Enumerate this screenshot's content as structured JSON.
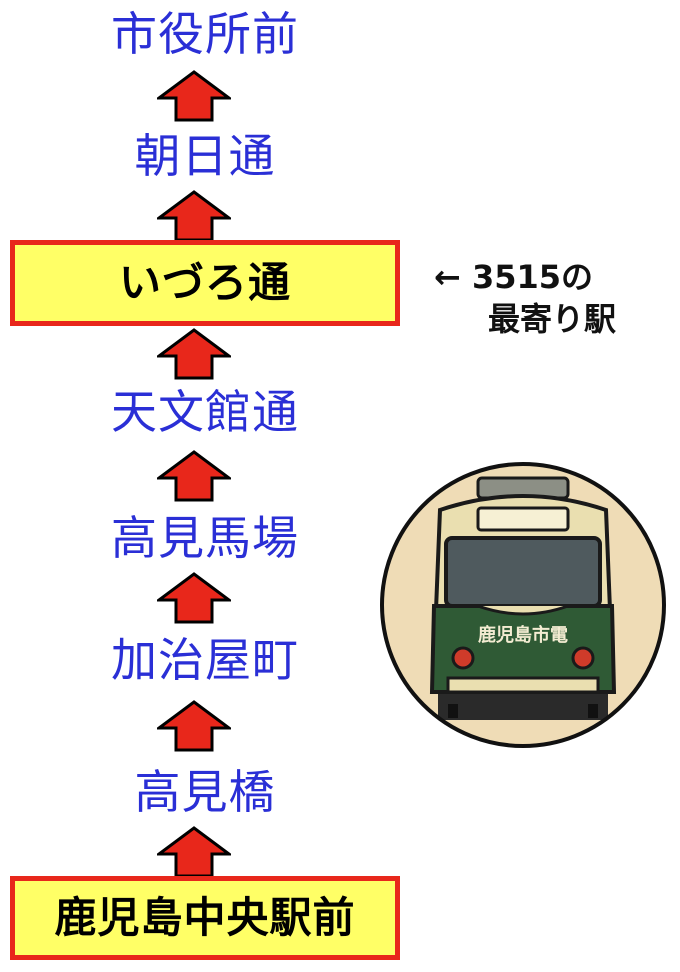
{
  "route": {
    "stations": [
      {
        "name": "市役所前",
        "highlight": false
      },
      {
        "name": "朝日通",
        "highlight": false
      },
      {
        "name": "いづろ通",
        "highlight": true
      },
      {
        "name": "天文館通",
        "highlight": false
      },
      {
        "name": "高見馬場",
        "highlight": false
      },
      {
        "name": "加治屋町",
        "highlight": false
      },
      {
        "name": "高見橋",
        "highlight": false
      },
      {
        "name": "鹿児島中央駅前",
        "highlight": true
      }
    ]
  },
  "note": {
    "line1": "← 3515の",
    "line2": "最寄り駅"
  },
  "tram": {
    "label": "鹿児島市電"
  },
  "colors": {
    "station_text": "#2a2fd6",
    "highlight_fill": "#ffff66",
    "highlight_border": "#e8271b",
    "arrow_fill": "#e8271b",
    "tram_green": "#2f5a35",
    "tram_cream": "#eadfb0",
    "badge_bg": "#efdcb6"
  }
}
